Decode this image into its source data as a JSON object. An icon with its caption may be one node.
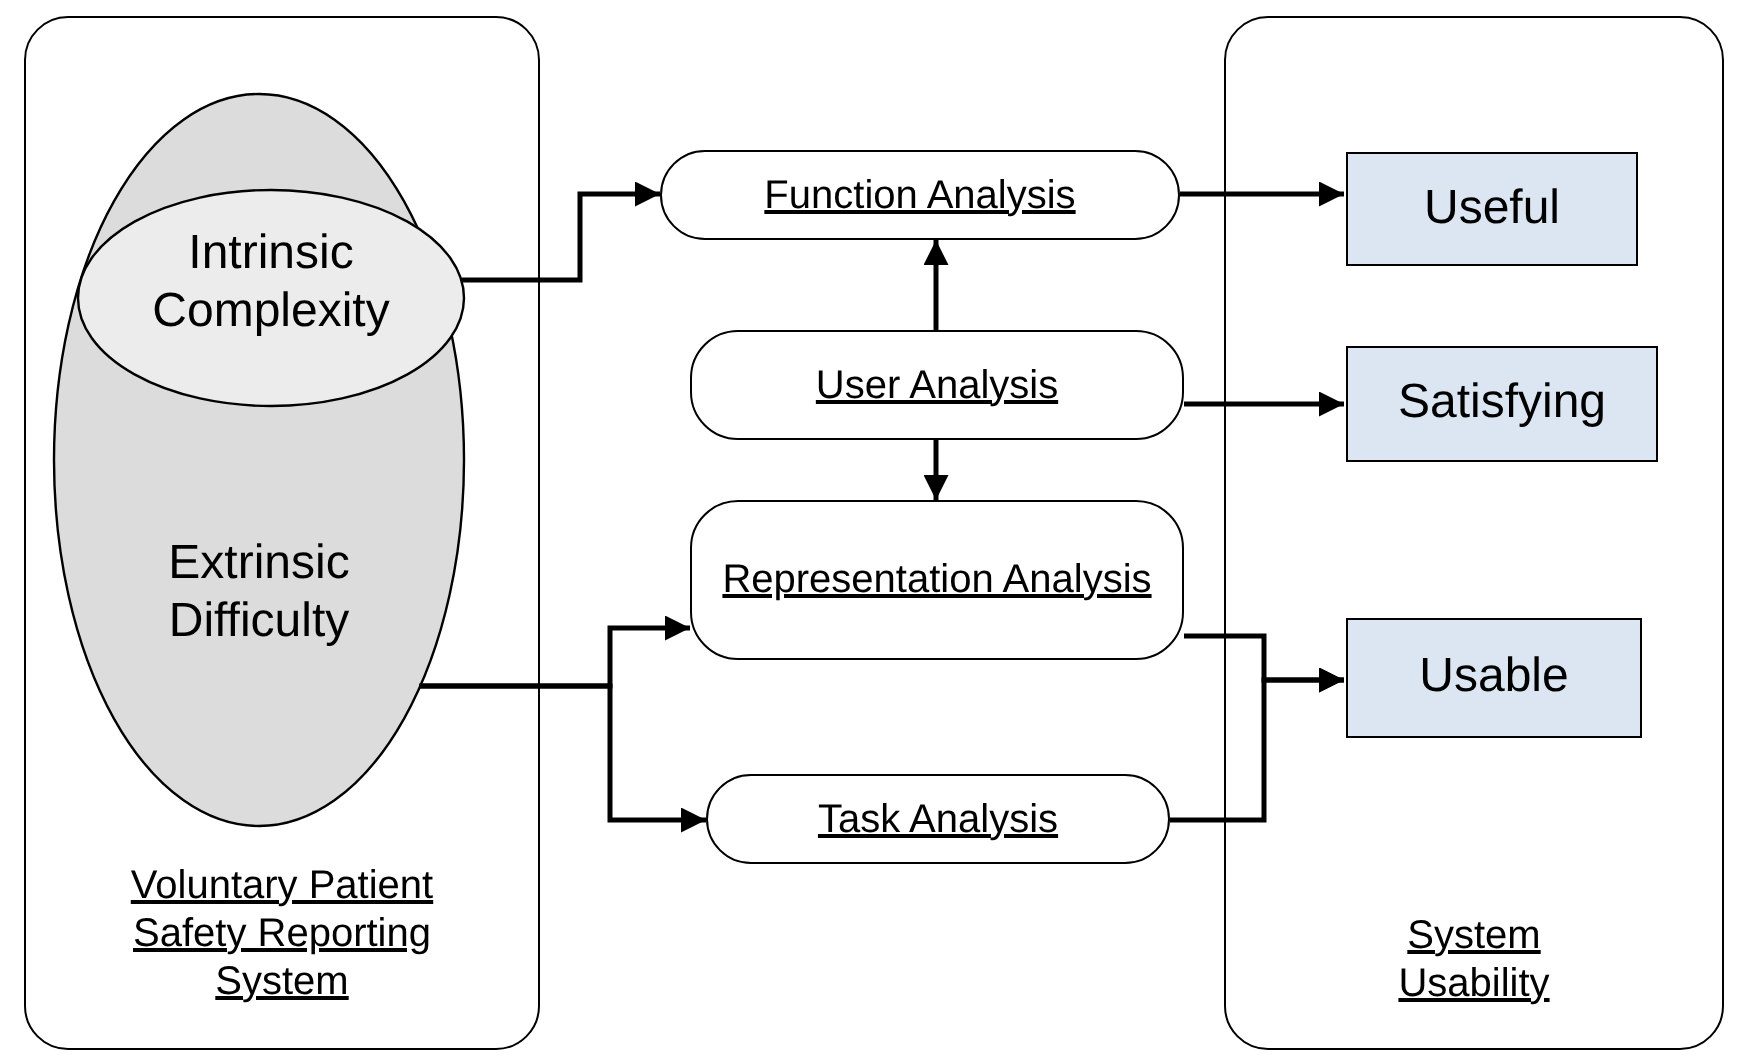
{
  "diagram": {
    "nodes": [
      {
        "text": [
          "Voluntary Patient Safety Reporting System"
        ]
      },
      {
        "text": [
          "Extrinsic Difficulty"
        ],
        "in": 0
      },
      {
        "text": [
          "Intrinsic Complexity"
        ],
        "in": 1
      },
      {
        "text": [
          "Function Analysis"
        ]
      },
      {
        "text": [
          "User Analysis"
        ]
      },
      {
        "text": [
          "Representation Analysis"
        ]
      },
      {
        "text": [
          "Task Analysis"
        ]
      },
      {
        "text": [
          "System Usability"
        ]
      },
      {
        "text": [
          "Useful"
        ],
        "in": 7
      },
      {
        "text": [
          "Satisfying"
        ],
        "in": 7
      },
      {
        "text": [
          "Usable"
        ],
        "in": 7
      }
    ],
    "edges": [
      {
        "from": 2,
        "to": 3,
        "arrow": "to"
      },
      {
        "from": 4,
        "to": 3,
        "arrow": "to"
      },
      {
        "from": 4,
        "to": 5,
        "arrow": "to"
      },
      {
        "from": 3,
        "to": 8,
        "arrow": "to"
      },
      {
        "from": 4,
        "to": 9,
        "arrow": "to"
      },
      {
        "from": 1,
        "to": 5,
        "arrow": "to"
      },
      {
        "from": 1,
        "to": 6,
        "arrow": "to"
      },
      {
        "from": 5,
        "to": 10,
        "arrow": "to"
      },
      {
        "from": 6,
        "to": 10,
        "arrow": "to"
      }
    ]
  }
}
